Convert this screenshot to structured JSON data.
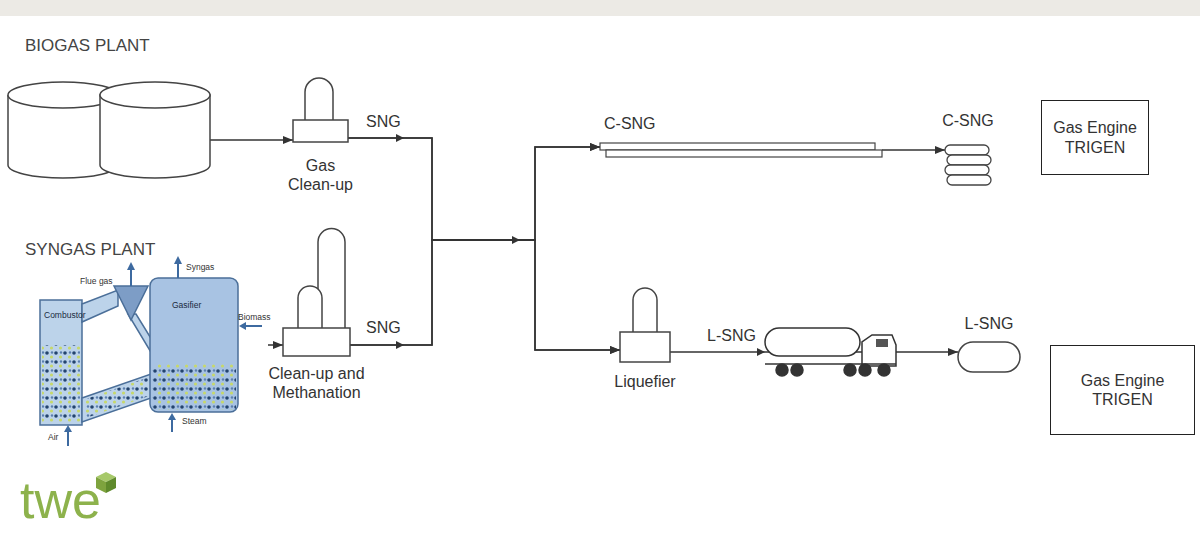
{
  "diagram": {
    "nodes": [
      {
        "text": [
          "BIOGAS PLANT"
        ]
      },
      {
        "text": [
          "Gas Clean-up"
        ]
      },
      {
        "text": [
          "SYNGAS PLANT",
          "Flue gas",
          "Syngas",
          "Combustor",
          "Gasifier",
          "Biomass",
          "Steam",
          "Air"
        ]
      },
      {
        "text": [
          "Clean-up and Methanation"
        ]
      },
      {
        "text": [
          "C-SNG"
        ]
      },
      {
        "text": [
          "Liquefier"
        ]
      },
      {
        "text": [
          "C-SNG"
        ]
      },
      {
        "text": [
          "Gas Engine TRIGEN"
        ]
      },
      {
        "text": [
          "L-SNG"
        ]
      },
      {
        "text": [
          "Gas Engine TRIGEN"
        ]
      }
    ],
    "edges": [
      {
        "from": 0,
        "to": 1,
        "arrow": "to"
      },
      {
        "from": 2,
        "to": 3,
        "arrow": "to"
      },
      {
        "from": 1,
        "to": 4,
        "arrow": "to",
        "label": "SNG"
      },
      {
        "from": 1,
        "to": 5,
        "arrow": "to"
      },
      {
        "from": 3,
        "to": 4,
        "arrow": "to",
        "label": "SNG"
      },
      {
        "from": 3,
        "to": 5,
        "arrow": "to"
      },
      {
        "from": 4,
        "to": 6,
        "arrow": "to"
      },
      {
        "from": 5,
        "to": 8,
        "arrow": "to",
        "label": "L-SNG"
      }
    ],
    "labels": [
      "twe"
    ]
  }
}
